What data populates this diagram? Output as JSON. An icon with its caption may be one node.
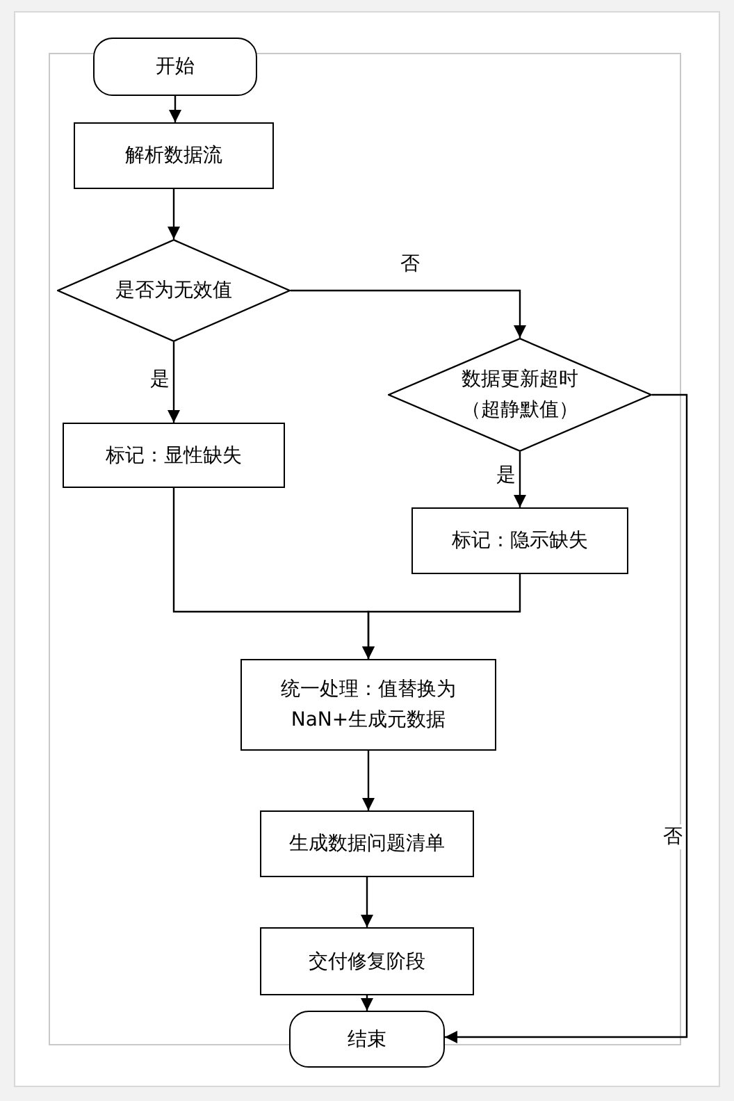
{
  "diagram": {
    "nodes": [
      {
        "text": [
          "开始"
        ]
      },
      {
        "text": [
          "解析数据流"
        ]
      },
      {
        "text": [
          "是否为无效值"
        ]
      },
      {
        "text": [
          "数据更新超时（超静默值）"
        ]
      },
      {
        "text": [
          "标记：显性缺失"
        ]
      },
      {
        "text": [
          "标记：隐示缺失"
        ]
      },
      {
        "text": [
          "统一处理：值替换为NaN+生成元数据"
        ]
      },
      {
        "text": [
          "生成数据问题清单"
        ]
      },
      {
        "text": [
          "交付修复阶段"
        ]
      },
      {
        "text": [
          "结束"
        ]
      }
    ],
    "edges": [
      {
        "from": 0,
        "to": 1,
        "arrow": "to"
      },
      {
        "from": 1,
        "to": 2,
        "arrow": "to"
      },
      {
        "from": 2,
        "to": 3,
        "arrow": "to",
        "label": "否"
      },
      {
        "from": 2,
        "to": 4,
        "arrow": "to",
        "label": "是"
      },
      {
        "from": 3,
        "to": 5,
        "arrow": "to",
        "label": "是"
      },
      {
        "from": 4,
        "to": 6,
        "arrow": "to"
      },
      {
        "from": 5,
        "to": 6,
        "arrow": "to"
      },
      {
        "from": 3,
        "to": 9,
        "arrow": "to",
        "label": "否"
      },
      {
        "from": 6,
        "to": 7,
        "arrow": "to"
      },
      {
        "from": 7,
        "to": 8,
        "arrow": "to"
      },
      {
        "from": 8,
        "to": 9,
        "arrow": "to"
      }
    ]
  }
}
